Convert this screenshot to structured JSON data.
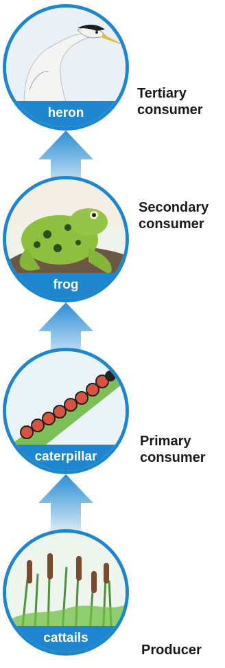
{
  "levels": [
    {
      "organism": "heron",
      "role_line1": "Tertiary",
      "role_line2": "consumer"
    },
    {
      "organism": "frog",
      "role_line1": "Secondary",
      "role_line2": "consumer"
    },
    {
      "organism": "caterpillar",
      "role_line1": "Primary",
      "role_line2": "consumer"
    },
    {
      "organism": "cattails",
      "role_line1": "Producer",
      "role_line2": ""
    }
  ],
  "colors": {
    "ring": "#1d86cf",
    "arrow_light": "#eaf3fb",
    "arrow_dark": "#2a8ed4"
  }
}
